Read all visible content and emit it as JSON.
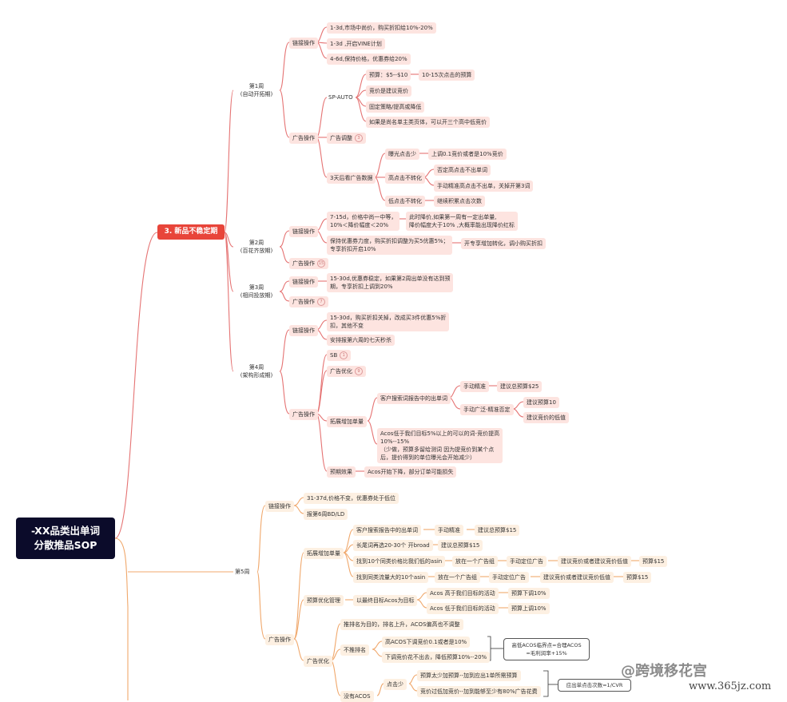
{
  "root_title": "-XX品类出单词\n分散推品SOP",
  "section_title": "3. 新品不稳定期",
  "week1": {
    "title": "第1周\n(自动开拓期)",
    "link_ops": "链接操作",
    "link_items": [
      "1-3d,市场中尚价，购买折扣给10%-20%",
      "1-3d ,开启VINE计划",
      "4-6d,保持价格，优惠券给20%"
    ],
    "ad_ops": "广告操作",
    "sp_auto": "SP-AUTO",
    "budget": "预算：$5--$10",
    "budget_note": "10-15次点击的预算",
    "sp_items": [
      "竞价是建议竞价",
      "固定策略/提高或降低",
      "如果是尚名单主类页体，可以开三个高中低竞价"
    ],
    "ad_adjust": "广告调整",
    "ad_adjust_badge": "3",
    "day3_data": "3天后看广告数据",
    "exposure_low": "曝光点击少",
    "exposure_low_action": "上调0.1竞价或者是10%竞价",
    "click_no_conv": "高点击不转化",
    "click_no_conv_actions": [
      "否定高点击不出单词",
      "手动精准高点击不出单，关掉开第3词"
    ],
    "low_click": "低点击不转化",
    "low_click_action": "继续积累点击次数"
  },
  "week2": {
    "title": "第2周\n(百花齐放期)",
    "link_ops": "链接操作",
    "item1": "7-15d，价格中尚一中等，\n10%＜降价幅度＜20%",
    "item1_note": "此时降价,如果第一周有一定出单量,\n降价幅度大于10% ,大概率能出现降价红标",
    "item2": "保持优惠券力度，购买折扣调整为买5优惠5%；\n专享折扣开启10%",
    "item2_note": "开专享增加转化，调小购买折扣",
    "ad_ops": "广告操作",
    "ad_badge": "15"
  },
  "week3": {
    "title": "第3周\n(相间投放期)",
    "link_ops": "链接操作",
    "item1": "15-30d,优惠券稳定，如果第2周出单没有达到预\n期，专享折扣上调到20%",
    "ad_ops": "广告操作",
    "ad_badge": "7"
  },
  "week4": {
    "title": "第4周\n(架构形成期)",
    "link_ops": "链接操作",
    "link_items": [
      "15-30d，购买折扣关掉，改成买3件优惠5%折\n扣，其他不变",
      "安排报第六周的七天秒杀"
    ],
    "ad_ops": "广告操作",
    "sb": "SB",
    "sb_badge": "1",
    "ad_opt": "广告优化",
    "ad_opt_badge": "9",
    "expand": "拓展增加单量",
    "cust_terms": "客户搜索词报告中的出单词",
    "manual_exact": "手动精准",
    "budget25": "建议总预算$25",
    "manual_broad": "手动广泛-精准否定",
    "budget10": "建议预算10",
    "low_bid": "建议竞价的低值",
    "acos_note": "Acos低于我们目标5%以上的可以的词-竞价提高\n10%--15%\n（少做，预算多留给测词 因为提竞价到某个点\n后，提价得到的单位曝光会开始减少）",
    "expect": "预期效果",
    "expect_note": "Acos开始下降，部分订单可能损失"
  },
  "week5": {
    "title": "第5周",
    "link_ops": "链接操作",
    "link_items": [
      "31-37d,价格不变，优惠券处于低位",
      "报第6周BD/LD"
    ],
    "ad_ops": "广告操作",
    "expand": "拓展增加单量",
    "rows": [
      [
        "客户搜索报告中的出单词",
        "手动精准",
        "建议总预算$15"
      ],
      [
        "长尾词再选20-30个 开broad",
        "建议总预算$15"
      ],
      [
        "找到10个同类价格比我们低的asin",
        "放在一个广告组",
        "手动定位广告",
        "建议竞价或者建议竞价低值",
        "预算$15"
      ],
      [
        "找到同类流量大的10个asin",
        "放在一个广告组",
        "手动定位广告",
        "建议竞价或者建议竞价低值",
        "预算$15"
      ]
    ],
    "budget_mgmt": "预算优化管理",
    "acos_target": "以最终目标Acos为目标",
    "acos_high": "Acos 高于我们目标的活动",
    "acos_high_act": "预算下调10%",
    "acos_low": "Acos 低于我们目标的活动",
    "acos_low_act": "预算上调10%",
    "ad_opt": "广告优化",
    "rank_push": "推排名为目的，排名上升，ACOS偏高也不调整",
    "no_rank": "不推排名",
    "high_acos": "高ACOS下调竞价0.1或者是10%",
    "low_bid_cut": "下调竞价花不出去，降低预算10%--20%",
    "note1": "高低ACOS临界点=合理ACOS\n=毛利润率+15%",
    "no_acos": "没有ACOS",
    "few_clicks": "点击少",
    "budget_inc": "预算太少加预算--加到应出1单所需预算",
    "bid_inc": "竞价过低加竞价--加到能够至少有80%广告花费",
    "note2": "应出单点击次数=1/CVR"
  },
  "watermark": "@跨境移花宫",
  "watermark_url": "www.365jz.com",
  "colors": {
    "accent": "#e8453a",
    "root": "#0b0b2a",
    "pink_pill": "#fde4e0",
    "orange_pill": "#fdf0e2",
    "red_line": "#e57373",
    "orange_line": "#f0a86c"
  }
}
